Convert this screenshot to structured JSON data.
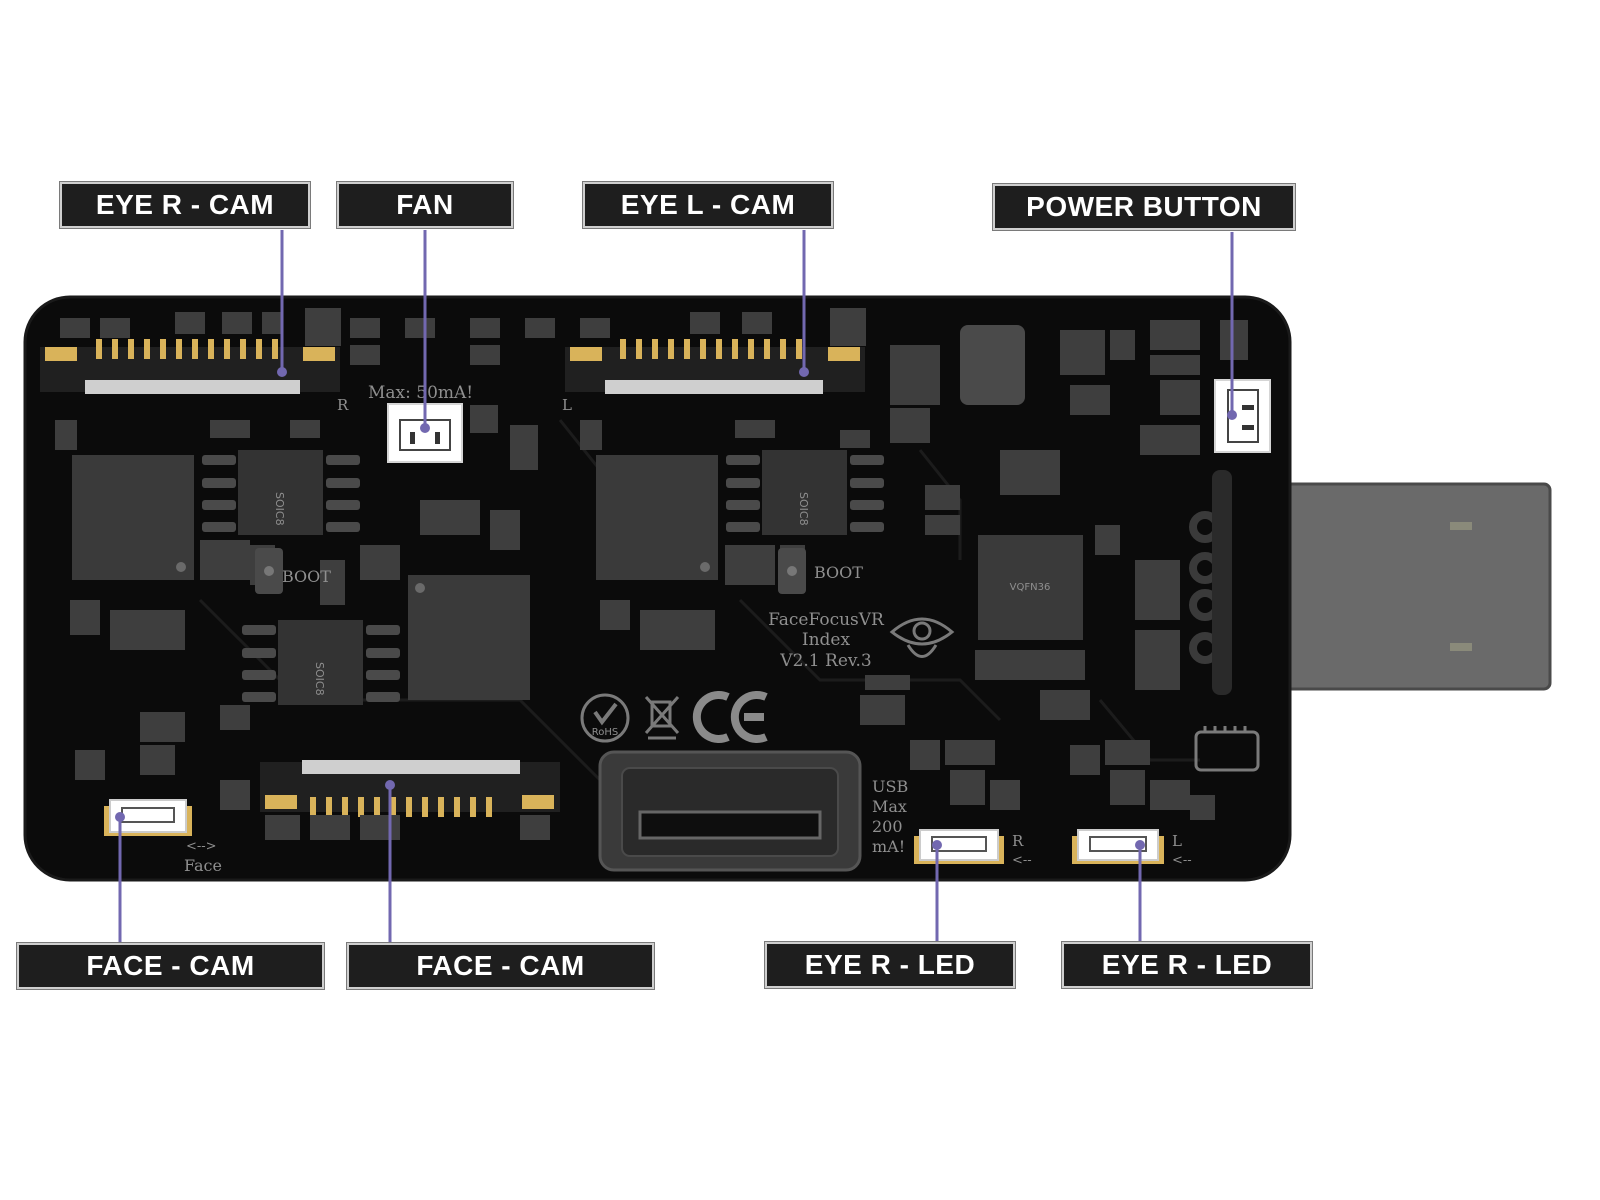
{
  "labels": {
    "eye_r_cam_top": "EYE R - CAM",
    "fan": "FAN",
    "eye_l_cam_top": "EYE L - CAM",
    "power_button": "POWER BUTTON",
    "face_cam_left": "FACE - CAM",
    "face_cam_mid": "FACE - CAM",
    "eye_r_led_1": "EYE R - LED",
    "eye_r_led_2": "EYE R - LED"
  },
  "silkscreen": {
    "fan_max": "Max: 50mA!",
    "marker_r_top": "R",
    "marker_l_top": "L",
    "soic_a": "SOIC8",
    "soic_b": "SOIC8",
    "soic_c": "SOIC8",
    "boot_left": "BOOT",
    "boot_right": "BOOT",
    "board_name_1": "FaceFocusVR",
    "board_name_2": "Index",
    "board_name_3": "V2.1 Rev.3",
    "qfn_label": "VQFN36",
    "usb_1": "USB",
    "usb_2": "Max",
    "usb_3": "200",
    "usb_4": "mA!",
    "face_arrow": "<-->",
    "face_label": "Face",
    "led_r_marker": "R",
    "led_r_arrow": "<--",
    "led_l_marker": "L",
    "led_l_arrow": "<--",
    "rohs": "RoHS",
    "ce": "CE"
  },
  "colors": {
    "board": "#0b0b0b",
    "component": "#3a3a3a",
    "pad": "#d9b35a",
    "leader": "#7268b0",
    "label_bg": "#1e1e1e"
  }
}
